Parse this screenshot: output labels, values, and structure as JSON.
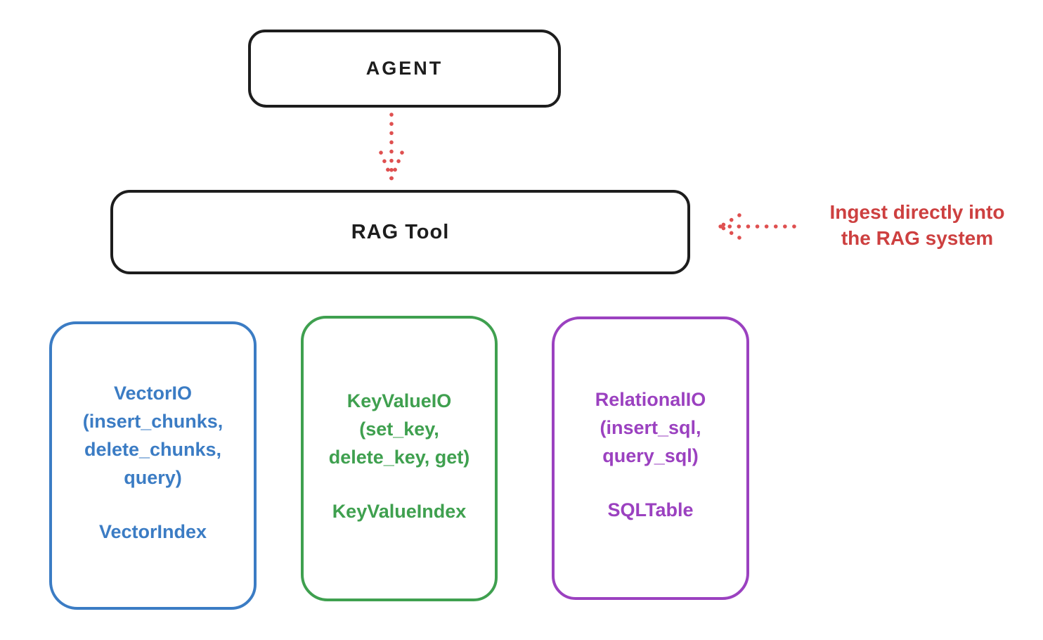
{
  "agent_box": {
    "label": "AGENT"
  },
  "rag_tool_box": {
    "label": "RAG Tool"
  },
  "annotation": {
    "text": "Ingest directly into\nthe RAG system"
  },
  "modules": [
    {
      "name": "VectorIO",
      "body": "VectorIO\n(insert_chunks,\ndelete_chunks,\nquery)",
      "index": "VectorIndex",
      "color": "#3b7cc4"
    },
    {
      "name": "KeyValueIO",
      "body": "KeyValueIO\n(set_key,\ndelete_key, get)",
      "index": "KeyValueIndex",
      "color": "#3fa04f"
    },
    {
      "name": "RelationalIO",
      "body": "RelationalIO\n(insert_sql,\nquery_sql)",
      "index": "SQLTable",
      "color": "#9b41c0"
    }
  ],
  "colors": {
    "stroke_black": "#1d1d1d",
    "arrow_red": "#df5050",
    "annotation_red": "#cd4040",
    "background": "#ffffff"
  }
}
